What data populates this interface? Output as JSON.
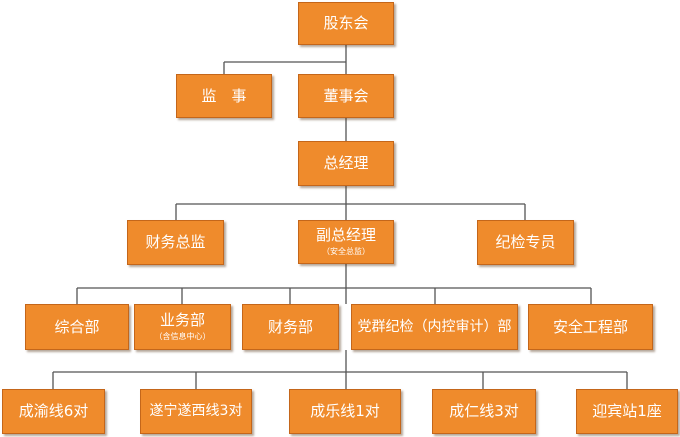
{
  "org_chart": {
    "shareholders_meeting": "股东会",
    "supervisor": "监　事",
    "board": "董事会",
    "general_manager": "总经理",
    "finance_director": "财务总监",
    "deputy_gm": "副总经理",
    "deputy_gm_note": "（安全总监）",
    "discipline_officer": "纪检专员",
    "departments": {
      "general_affairs": "综合部",
      "business": "业务部",
      "business_note": "（含信息中心）",
      "finance": "财务部",
      "party_mass": "党群纪检（内控审计）部",
      "safety_engineering": "安全工程部"
    },
    "lines": {
      "chengyu": "成渝线6对",
      "suining_suixi": "遂宁遂西线3对",
      "chengle": "成乐线1对",
      "chengren": "成仁线3对",
      "yingbin": "迎宾站1座"
    }
  },
  "colors": {
    "box_fill": "#ef8b2c",
    "box_border": "#c4661a",
    "text": "#ffffff",
    "connector": "#555555"
  }
}
